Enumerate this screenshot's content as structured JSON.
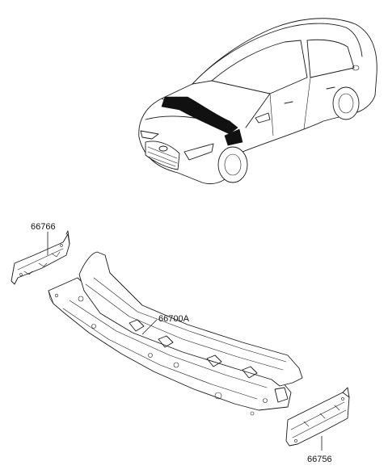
{
  "parts": [
    {
      "id": "66766",
      "label": "66766"
    },
    {
      "id": "66700A",
      "label": "66700A"
    },
    {
      "id": "66756",
      "label": "66756"
    }
  ],
  "colors": {
    "line": "#1a1a1a",
    "highlight": "#111111",
    "background": "#ffffff"
  }
}
